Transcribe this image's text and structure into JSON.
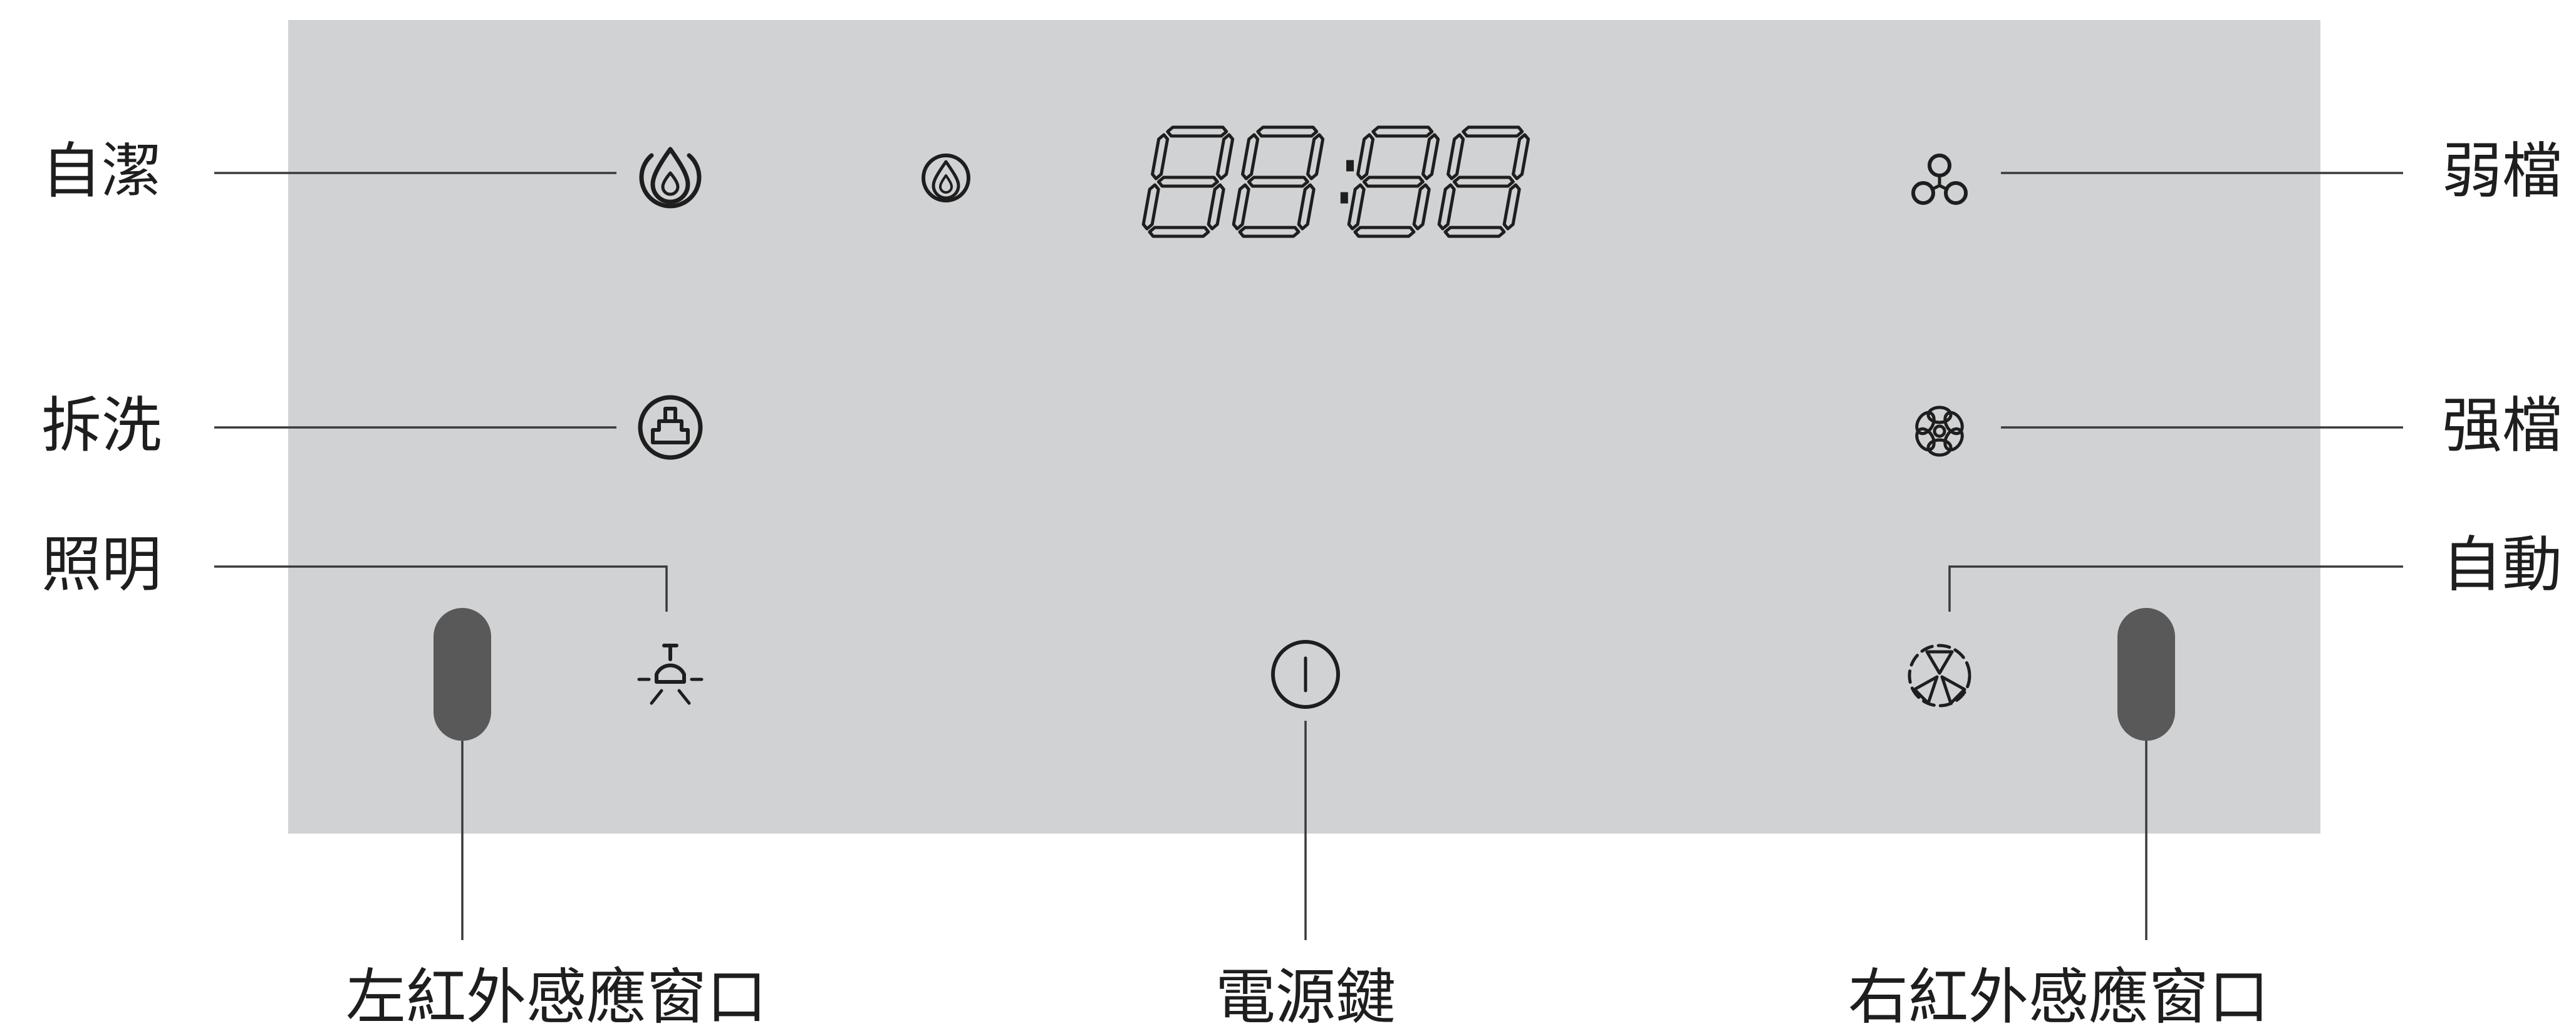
{
  "panel": {
    "background_color": "#d1d2d4",
    "sensor_color": "#595959"
  },
  "display": {
    "text": "88:88",
    "color": "#1e1e1e"
  },
  "callouts": {
    "self_clean": "自潔",
    "disassemble_wash": "拆洗",
    "lighting": "照明",
    "low_speed": "弱檔",
    "high_speed": "强檔",
    "auto": "自動",
    "left_ir_window": "左紅外感應窗口",
    "power_key": "電源鍵",
    "right_ir_window": "右紅外感應窗口"
  },
  "icons": [
    "self-clean-icon",
    "water-drop-icon",
    "disassemble-wash-icon",
    "light-bulb-icon",
    "power-icon",
    "fan-low-icon",
    "fan-high-icon",
    "fan-auto-icon"
  ]
}
